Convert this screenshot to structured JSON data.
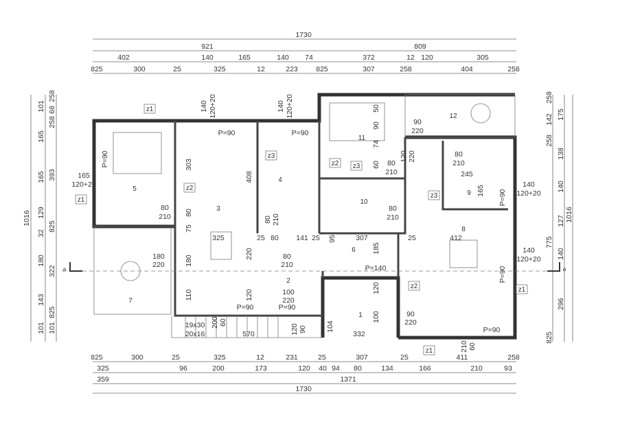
{
  "dimensions": {
    "top": [
      [
        "1730"
      ],
      [
        "921",
        "809"
      ],
      [
        "402",
        "140",
        "165",
        "140",
        "74",
        "372",
        "12",
        "120",
        "305"
      ],
      [
        "825",
        "300",
        "25",
        "325",
        "12",
        "223",
        "825",
        "307",
        "258",
        "404",
        "258"
      ]
    ],
    "bottom": [
      [
        "825",
        "300",
        "25",
        "325",
        "12",
        "231",
        "25",
        "307",
        "25",
        "411",
        "258"
      ],
      [
        "325",
        "96",
        "200",
        "173",
        "120",
        "40",
        "94",
        "80",
        "134",
        "166",
        "210",
        "93"
      ],
      [
        "359",
        "1371"
      ],
      [
        "1730"
      ]
    ],
    "left": [
      [
        "1016"
      ],
      [
        "101",
        "165",
        "165",
        "129",
        "32",
        "180",
        "143",
        "101"
      ],
      [
        "258",
        "68",
        "258",
        "393",
        "825",
        "322",
        "825",
        "101"
      ]
    ],
    "right": [
      [
        "258",
        "142",
        "258",
        "775",
        "825"
      ],
      [
        "175",
        "138",
        "140",
        "127",
        "140",
        "296"
      ],
      [
        "1016"
      ]
    ]
  },
  "rooms": [
    "1",
    "2",
    "3",
    "4",
    "5",
    "6",
    "7",
    "8",
    "9",
    "10",
    "11",
    "12"
  ],
  "wall_tags": [
    "z1",
    "z1",
    "z2",
    "z3",
    "z2",
    "z3",
    "z3",
    "z2",
    "z1",
    "z1"
  ],
  "openings": {
    "horizontal": [
      "P=90",
      "P=90",
      "165",
      "120+20",
      "80",
      "210",
      "325",
      "25",
      "80",
      "141",
      "25",
      "307",
      "25",
      "412",
      "180",
      "220",
      "80",
      "210",
      "P=140",
      "100",
      "220",
      "P=90",
      "P=90",
      "19x30",
      "20x16",
      "570",
      "332",
      "90",
      "220",
      "P=90",
      "140",
      "120+20",
      "140",
      "120+20",
      "90",
      "220",
      "80",
      "210",
      "80",
      "210",
      "245",
      "80",
      "210"
    ],
    "vertical": [
      "140",
      "120+20",
      "140",
      "120+20",
      "P=90",
      "P=90",
      "P=90",
      "303",
      "408",
      "80",
      "75",
      "180",
      "110",
      "220",
      "120",
      "80",
      "210",
      "50",
      "90",
      "74",
      "60",
      "120",
      "220",
      "95",
      "185",
      "120",
      "100",
      "200",
      "60",
      "120",
      "90",
      "210",
      "60",
      "165",
      "104"
    ]
  },
  "section_marker": "a"
}
